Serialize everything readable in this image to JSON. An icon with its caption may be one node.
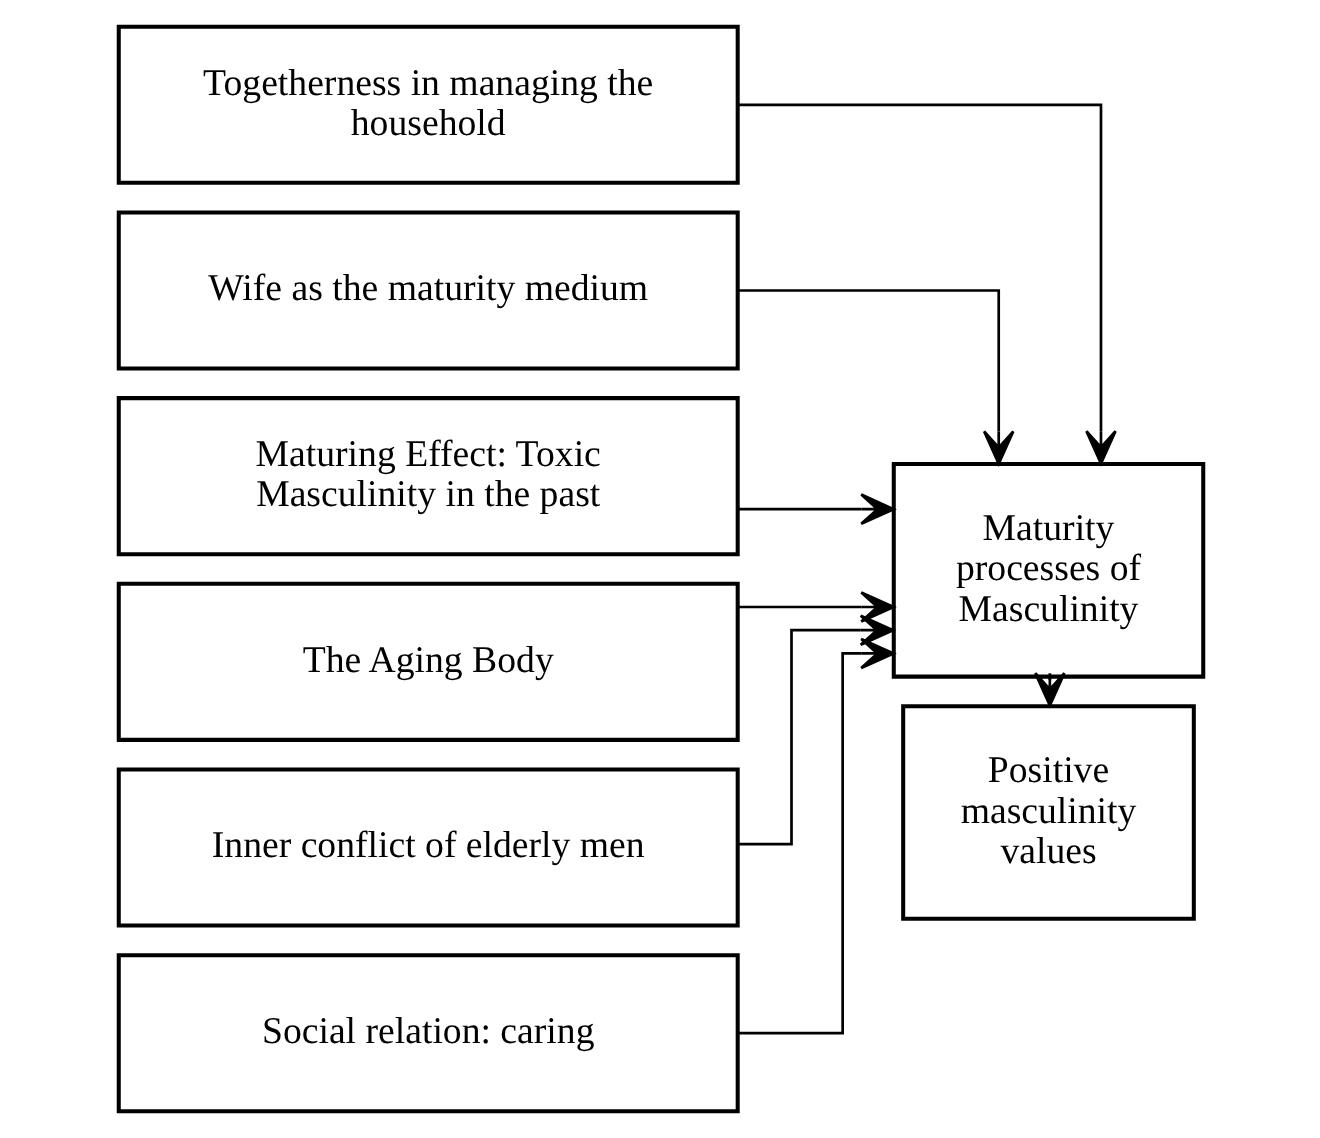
{
  "diagram": {
    "nodes": [
      {
        "text": [
          "Togetherness in managing the household"
        ]
      },
      {
        "text": [
          "Wife as the maturity medium"
        ]
      },
      {
        "text": [
          "Maturing Effect: Toxic Masculinity in the past"
        ]
      },
      {
        "text": [
          "The Aging Body"
        ]
      },
      {
        "text": [
          "Inner conflict of elderly men"
        ]
      },
      {
        "text": [
          "Social relation: caring"
        ]
      },
      {
        "text": [
          "Maturity processes of Masculinity"
        ]
      },
      {
        "text": [
          "Positive masculinity values"
        ]
      }
    ],
    "edges": [
      {
        "from": 0,
        "to": 6,
        "arrow": "to"
      },
      {
        "from": 1,
        "to": 6,
        "arrow": "to"
      },
      {
        "from": 2,
        "to": 6,
        "arrow": "to"
      },
      {
        "from": 3,
        "to": 6,
        "arrow": "to"
      },
      {
        "from": 4,
        "to": 6,
        "arrow": "to"
      },
      {
        "from": 5,
        "to": 6,
        "arrow": "to"
      },
      {
        "from": 6,
        "to": 7,
        "arrow": "to"
      }
    ]
  }
}
